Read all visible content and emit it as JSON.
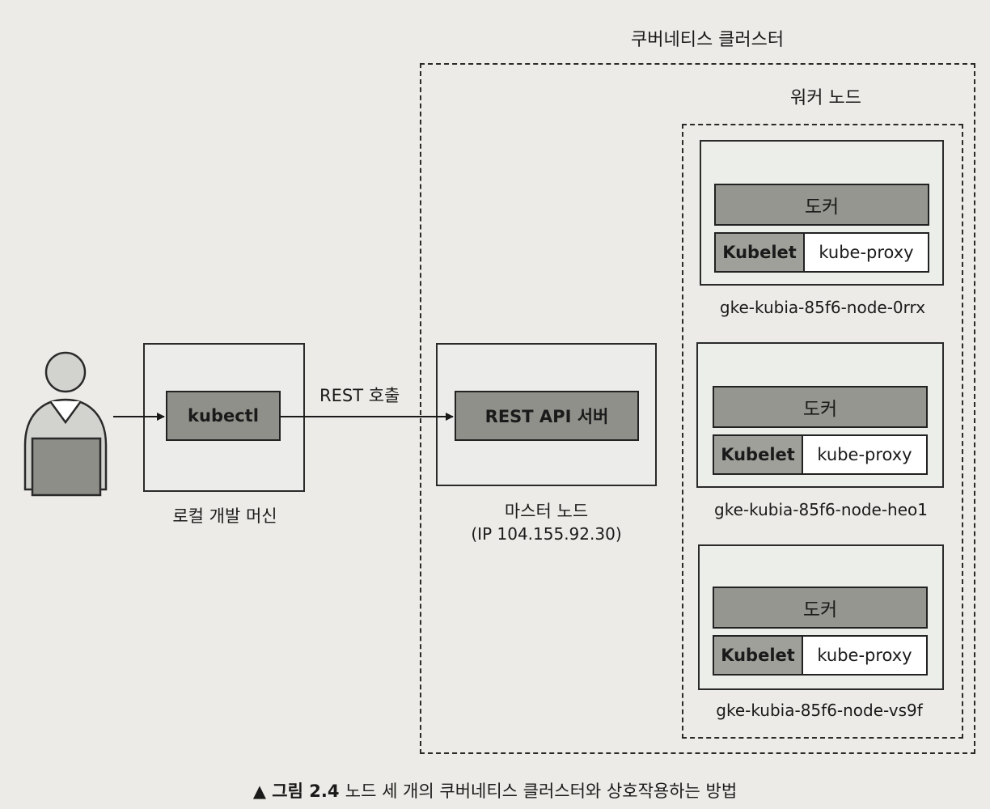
{
  "cluster": {
    "title": "쿠버네티스 클러스터"
  },
  "worker_group": {
    "title": "워커 노드"
  },
  "workers": [
    {
      "docker": "도커",
      "kubelet": "Kubelet",
      "proxy": "kube-proxy",
      "name": "gke-kubia-85f6-node-0rrx"
    },
    {
      "docker": "도커",
      "kubelet": "Kubelet",
      "proxy": "kube-proxy",
      "name": "gke-kubia-85f6-node-heo1"
    },
    {
      "docker": "도커",
      "kubelet": "Kubelet",
      "proxy": "kube-proxy",
      "name": "gke-kubia-85f6-node-vs9f"
    }
  ],
  "local_machine": {
    "tool": "kubectl",
    "label": "로컬 개발 머신"
  },
  "arrow_label": "REST 호출",
  "master": {
    "server": "REST API 서버",
    "label": "마스터 노드",
    "ip": "(IP 104.155.92.30)"
  },
  "caption": {
    "marker": "▲",
    "figure": "그림 2.4",
    "text": "노드 세 개의 쿠버네티스 클러스터와 상호작용하는 방법"
  }
}
